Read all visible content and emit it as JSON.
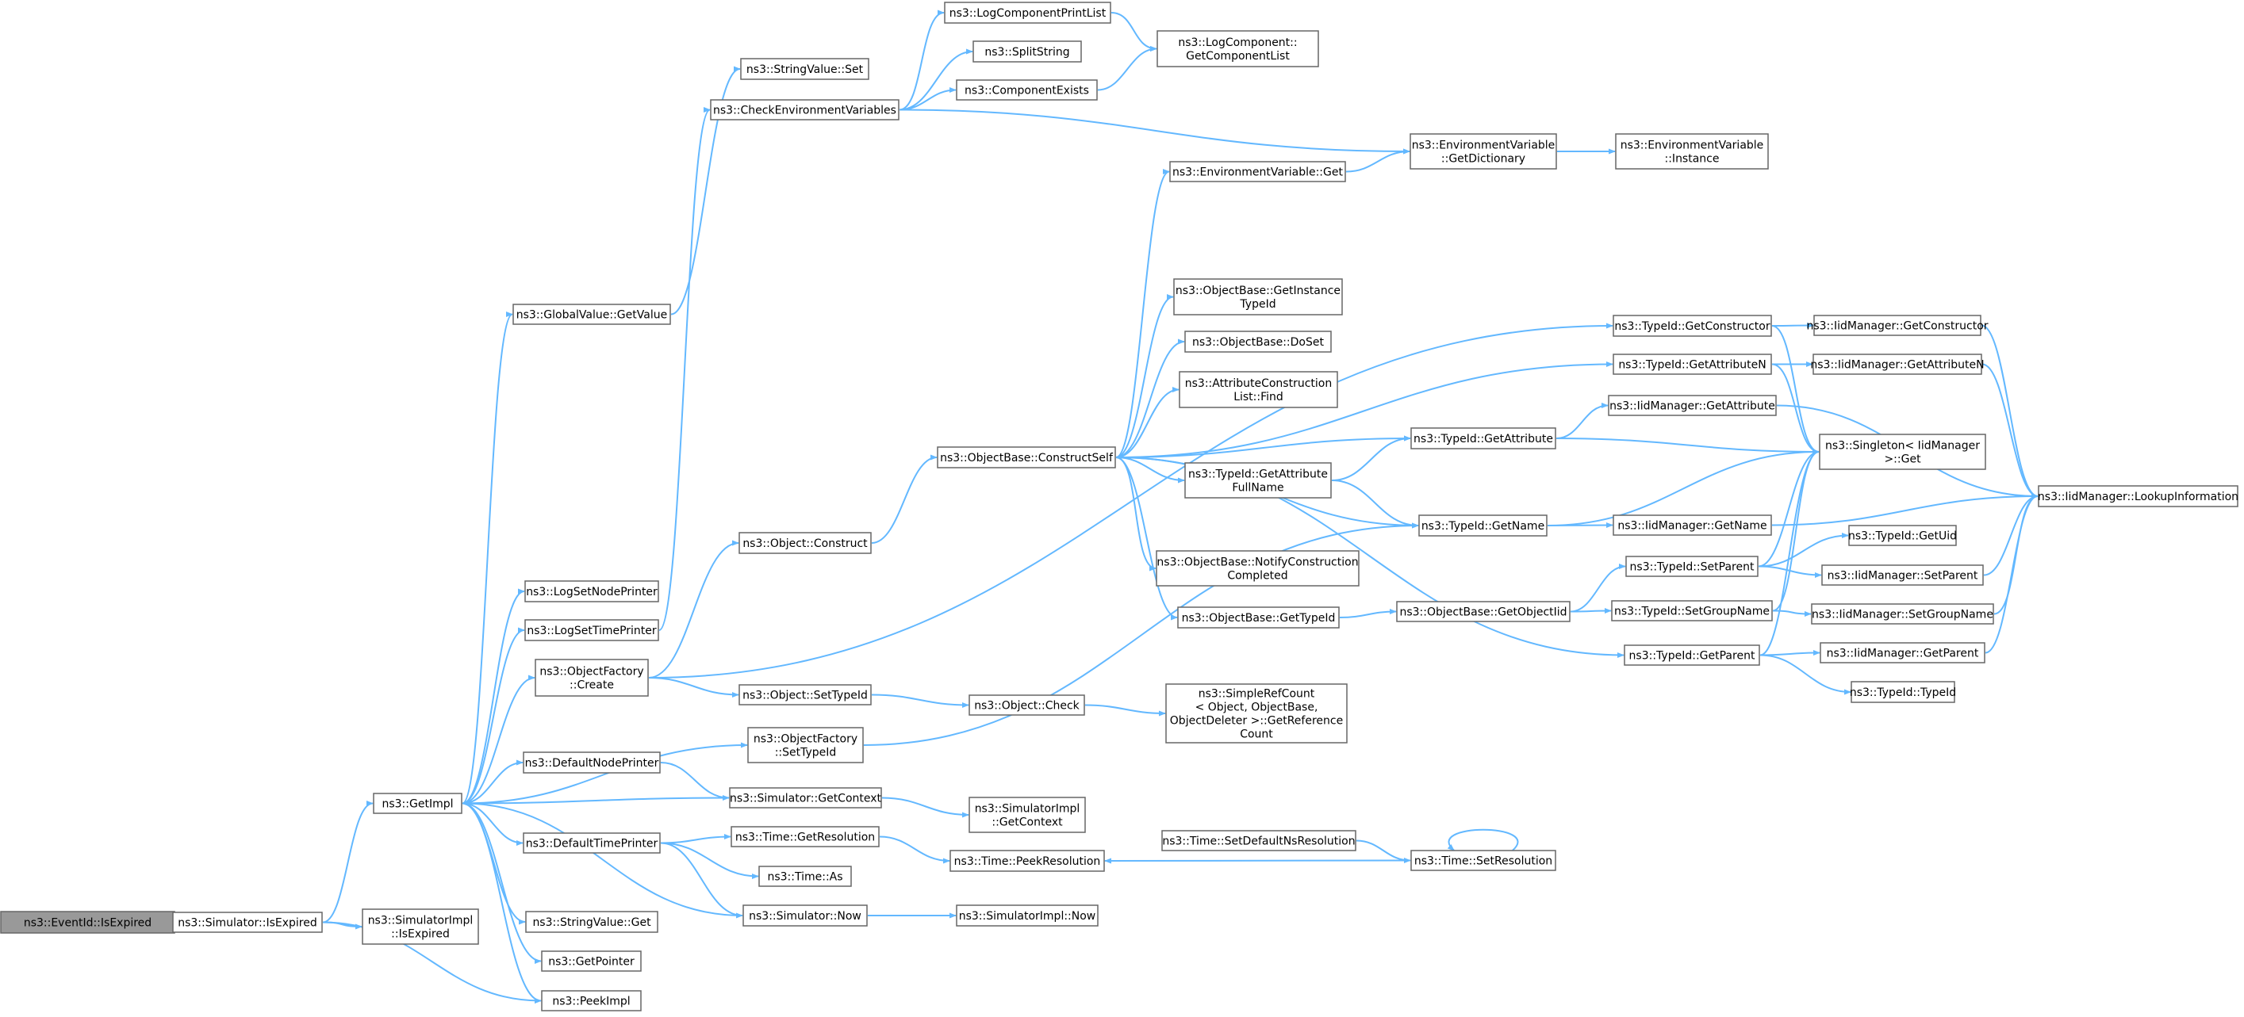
{
  "colors": {
    "edge": "#63b8ff",
    "node_border": "#666666",
    "root_fill": "#999999",
    "node_fill": "#ffffff"
  },
  "nodes": {
    "isexpired_eventid": {
      "lines": [
        "ns3::EventId::IsExpired"
      ],
      "root": true
    },
    "simulator_isexpired": {
      "lines": [
        "ns3::Simulator::IsExpired"
      ]
    },
    "simulatorimpl_isexpired": {
      "lines": [
        "ns3::SimulatorImpl",
        "::IsExpired"
      ]
    },
    "getimpl": {
      "lines": [
        "ns3::GetImpl"
      ]
    },
    "peekimpl": {
      "lines": [
        "ns3::PeekImpl"
      ]
    },
    "getpointer": {
      "lines": [
        "ns3::GetPointer"
      ]
    },
    "stringvalue_get": {
      "lines": [
        "ns3::StringValue::Get"
      ]
    },
    "defaulttimeprinter": {
      "lines": [
        "ns3::DefaultTimePrinter"
      ]
    },
    "defaultnodeprinter": {
      "lines": [
        "ns3::DefaultNodePrinter"
      ]
    },
    "objectfactory_create": {
      "lines": [
        "ns3::ObjectFactory",
        "::Create"
      ]
    },
    "logsettimeprinter": {
      "lines": [
        "ns3::LogSetTimePrinter"
      ]
    },
    "logsetnodeprinter": {
      "lines": [
        "ns3::LogSetNodePrinter"
      ]
    },
    "globalvalue_getvalue": {
      "lines": [
        "ns3::GlobalValue::GetValue"
      ]
    },
    "stringvalue_set": {
      "lines": [
        "ns3::StringValue::Set"
      ]
    },
    "checkenv": {
      "lines": [
        "ns3::CheckEnvironmentVariables"
      ]
    },
    "logcomponentprintlist": {
      "lines": [
        "ns3::LogComponentPrintList"
      ]
    },
    "splitstring": {
      "lines": [
        "ns3::SplitString"
      ]
    },
    "componentexists": {
      "lines": [
        "ns3::ComponentExists"
      ]
    },
    "getcomponentlist": {
      "lines": [
        "ns3::LogComponent::",
        "GetComponentList"
      ]
    },
    "envvar_getdict": {
      "lines": [
        "ns3::EnvironmentVariable",
        "::GetDictionary"
      ]
    },
    "envvar_instance": {
      "lines": [
        "ns3::EnvironmentVariable",
        "::Instance"
      ]
    },
    "envvar_get": {
      "lines": [
        "ns3::EnvironmentVariable::Get"
      ]
    },
    "object_construct": {
      "lines": [
        "ns3::Object::Construct"
      ]
    },
    "object_settypeid": {
      "lines": [
        "ns3::Object::SetTypeId"
      ]
    },
    "object_check": {
      "lines": [
        "ns3::Object::Check"
      ]
    },
    "refcount": {
      "lines": [
        "ns3::SimpleRefCount",
        "< Object, ObjectBase,",
        " ObjectDeleter >::GetReference",
        "Count"
      ]
    },
    "objectfactory_settypeid": {
      "lines": [
        "ns3::ObjectFactory",
        "::SetTypeId"
      ]
    },
    "constructself": {
      "lines": [
        "ns3::ObjectBase::ConstructSelf"
      ]
    },
    "getinstancetypeid": {
      "lines": [
        "ns3::ObjectBase::GetInstance",
        "TypeId"
      ]
    },
    "doset": {
      "lines": [
        "ns3::ObjectBase::DoSet"
      ]
    },
    "attrconstructlist_find": {
      "lines": [
        "ns3::AttributeConstruction",
        "List::Find"
      ]
    },
    "typeid_getattributefullname": {
      "lines": [
        "ns3::TypeId::GetAttribute",
        "FullName"
      ]
    },
    "notifyconstruction": {
      "lines": [
        "ns3::ObjectBase::NotifyConstruction",
        "Completed"
      ]
    },
    "objectbase_gettypeid": {
      "lines": [
        "ns3::ObjectBase::GetTypeId"
      ]
    },
    "typeid_getattribute": {
      "lines": [
        "ns3::TypeId::GetAttribute"
      ]
    },
    "typeid_getname": {
      "lines": [
        "ns3::TypeId::GetName"
      ]
    },
    "objectbase_getobjectiid": {
      "lines": [
        "ns3::ObjectBase::GetObjectIid"
      ]
    },
    "typeid_getconstructor": {
      "lines": [
        "ns3::TypeId::GetConstructor"
      ]
    },
    "typeid_getattributen": {
      "lines": [
        "ns3::TypeId::GetAttributeN"
      ]
    },
    "iid_getattribute": {
      "lines": [
        "ns3::IidManager::GetAttribute"
      ]
    },
    "iid_getname": {
      "lines": [
        "ns3::IidManager::GetName"
      ]
    },
    "typeid_setparent": {
      "lines": [
        "ns3::TypeId::SetParent"
      ]
    },
    "typeid_setgroupname": {
      "lines": [
        "ns3::TypeId::SetGroupName"
      ]
    },
    "typeid_getparent": {
      "lines": [
        "ns3::TypeId::GetParent"
      ]
    },
    "iid_getconstructor": {
      "lines": [
        "ns3::IidManager::GetConstructor"
      ]
    },
    "iid_getattributen": {
      "lines": [
        "ns3::IidManager::GetAttributeN"
      ]
    },
    "singleton_get": {
      "lines": [
        "ns3::Singleton< IidManager",
        " >::Get"
      ]
    },
    "typeid_getuid": {
      "lines": [
        "ns3::TypeId::GetUid"
      ]
    },
    "iid_setparent": {
      "lines": [
        "ns3::IidManager::SetParent"
      ]
    },
    "iid_setgroupname": {
      "lines": [
        "ns3::IidManager::SetGroupName"
      ]
    },
    "iid_getparent": {
      "lines": [
        "ns3::IidManager::GetParent"
      ]
    },
    "typeid_typeid": {
      "lines": [
        "ns3::TypeId::TypeId"
      ]
    },
    "iid_lookupinformation": {
      "lines": [
        "ns3::IidManager::LookupInformation"
      ]
    },
    "simulator_getcontext": {
      "lines": [
        "ns3::Simulator::GetContext"
      ]
    },
    "simulatorimpl_getcontext": {
      "lines": [
        "ns3::SimulatorImpl",
        "::GetContext"
      ]
    },
    "time_getresolution": {
      "lines": [
        "ns3::Time::GetResolution"
      ]
    },
    "time_as": {
      "lines": [
        "ns3::Time::As"
      ]
    },
    "simulator_now": {
      "lines": [
        "ns3::Simulator::Now"
      ]
    },
    "time_peekresolution": {
      "lines": [
        "ns3::Time::PeekResolution"
      ]
    },
    "simulatorimpl_now": {
      "lines": [
        "ns3::SimulatorImpl::Now"
      ]
    },
    "time_setdefaultnsresolution": {
      "lines": [
        "ns3::Time::SetDefaultNsResolution"
      ]
    },
    "time_setresolution": {
      "lines": [
        "ns3::Time::SetResolution"
      ]
    }
  },
  "edges": [
    [
      "isexpired_eventid",
      "simulator_isexpired"
    ],
    [
      "simulator_isexpired",
      "getimpl"
    ],
    [
      "simulator_isexpired",
      "simulatorimpl_isexpired"
    ],
    [
      "simulator_isexpired",
      "peekimpl"
    ],
    [
      "getimpl",
      "globalvalue_getvalue"
    ],
    [
      "getimpl",
      "logsetnodeprinter"
    ],
    [
      "getimpl",
      "logsettimeprinter"
    ],
    [
      "getimpl",
      "objectfactory_create"
    ],
    [
      "getimpl",
      "objectfactory_settypeid"
    ],
    [
      "getimpl",
      "defaultnodeprinter"
    ],
    [
      "getimpl",
      "defaulttimeprinter"
    ],
    [
      "getimpl",
      "stringvalue_get"
    ],
    [
      "getimpl",
      "getpointer"
    ],
    [
      "getimpl",
      "peekimpl"
    ],
    [
      "simulator_getcontext",
      "getimpl"
    ],
    [
      "simulator_now",
      "getimpl"
    ],
    [
      "globalvalue_getvalue",
      "stringvalue_set"
    ],
    [
      "logsettimeprinter",
      "checkenv"
    ],
    [
      "objectfactory_create",
      "typeid_getconstructor"
    ],
    [
      "objectfactory_create",
      "object_construct"
    ],
    [
      "objectfactory_create",
      "object_settypeid"
    ],
    [
      "objectfactory_settypeid",
      "typeid_getname"
    ],
    [
      "defaultnodeprinter",
      "simulator_getcontext"
    ],
    [
      "defaulttimeprinter",
      "time_getresolution"
    ],
    [
      "defaulttimeprinter",
      "time_as"
    ],
    [
      "defaulttimeprinter",
      "simulator_now"
    ],
    [
      "checkenv",
      "logcomponentprintlist"
    ],
    [
      "checkenv",
      "splitstring"
    ],
    [
      "checkenv",
      "componentexists"
    ],
    [
      "checkenv",
      "envvar_getdict"
    ],
    [
      "logcomponentprintlist",
      "getcomponentlist"
    ],
    [
      "componentexists",
      "getcomponentlist"
    ],
    [
      "envvar_getdict",
      "envvar_instance"
    ],
    [
      "envvar_get",
      "envvar_getdict"
    ],
    [
      "object_construct",
      "constructself"
    ],
    [
      "object_settypeid",
      "object_check"
    ],
    [
      "object_check",
      "refcount"
    ],
    [
      "constructself",
      "envvar_get"
    ],
    [
      "constructself",
      "getinstancetypeid"
    ],
    [
      "constructself",
      "doset"
    ],
    [
      "constructself",
      "attrconstructlist_find"
    ],
    [
      "constructself",
      "typeid_getattributefullname"
    ],
    [
      "constructself",
      "typeid_getattribute"
    ],
    [
      "constructself",
      "typeid_getname"
    ],
    [
      "constructself",
      "notifyconstruction"
    ],
    [
      "constructself",
      "objectbase_gettypeid"
    ],
    [
      "constructself",
      "typeid_getattributen"
    ],
    [
      "constructself",
      "typeid_getparent"
    ],
    [
      "typeid_getattributefullname",
      "typeid_getattribute"
    ],
    [
      "typeid_getattributefullname",
      "typeid_getname"
    ],
    [
      "objectbase_gettypeid",
      "objectbase_getobjectiid"
    ],
    [
      "objectbase_getobjectiid",
      "typeid_setparent"
    ],
    [
      "objectbase_getobjectiid",
      "typeid_setgroupname"
    ],
    [
      "typeid_getattribute",
      "iid_getattribute"
    ],
    [
      "typeid_getattribute",
      "singleton_get"
    ],
    [
      "typeid_getname",
      "iid_getname"
    ],
    [
      "typeid_getname",
      "singleton_get"
    ],
    [
      "typeid_getconstructor",
      "iid_getconstructor"
    ],
    [
      "typeid_getconstructor",
      "singleton_get"
    ],
    [
      "typeid_getattributen",
      "iid_getattributen"
    ],
    [
      "typeid_getattributen",
      "singleton_get"
    ],
    [
      "typeid_setparent",
      "typeid_getuid"
    ],
    [
      "typeid_setparent",
      "iid_setparent"
    ],
    [
      "typeid_setparent",
      "singleton_get"
    ],
    [
      "typeid_setgroupname",
      "iid_setgroupname"
    ],
    [
      "typeid_setgroupname",
      "singleton_get"
    ],
    [
      "typeid_getparent",
      "iid_getparent"
    ],
    [
      "typeid_getparent",
      "typeid_typeid"
    ],
    [
      "typeid_getparent",
      "singleton_get"
    ],
    [
      "iid_getconstructor",
      "iid_lookupinformation"
    ],
    [
      "iid_getattributen",
      "iid_lookupinformation"
    ],
    [
      "iid_getattribute",
      "iid_lookupinformation"
    ],
    [
      "iid_getname",
      "iid_lookupinformation"
    ],
    [
      "iid_setparent",
      "iid_lookupinformation"
    ],
    [
      "iid_setgroupname",
      "iid_lookupinformation"
    ],
    [
      "iid_getparent",
      "iid_lookupinformation"
    ],
    [
      "simulator_getcontext",
      "simulatorimpl_getcontext"
    ],
    [
      "time_getresolution",
      "time_peekresolution"
    ],
    [
      "simulator_now",
      "simulatorimpl_now"
    ],
    [
      "time_setdefaultnsresolution",
      "time_setresolution"
    ],
    [
      "time_setresolution",
      "time_peekresolution"
    ],
    [
      "time_setresolution",
      "time_setresolution"
    ]
  ]
}
